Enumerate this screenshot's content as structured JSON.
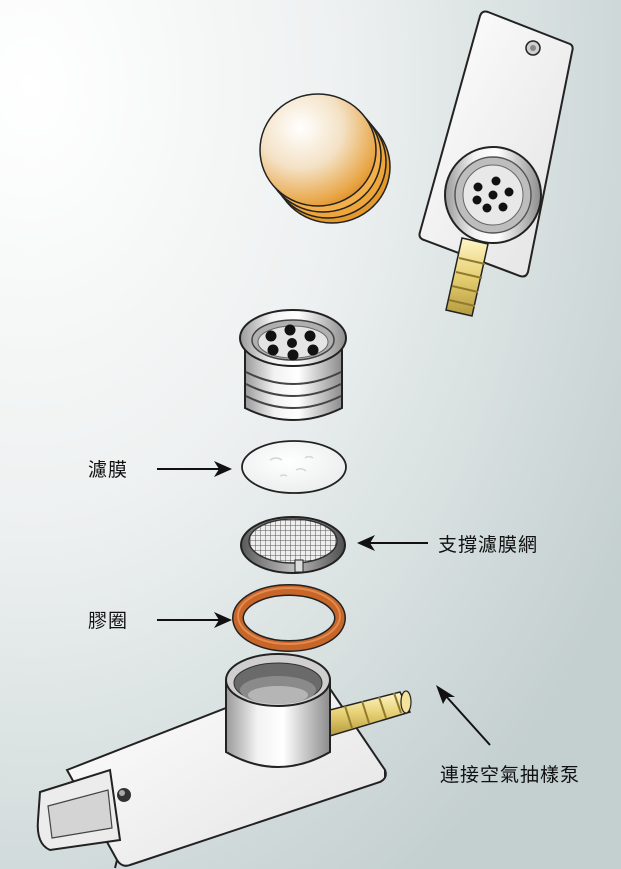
{
  "labels": {
    "filter_membrane": "濾膜",
    "support_screen": "支撐濾膜網",
    "gasket": "膠圈",
    "pump_connection": "連接空氣抽樣泵"
  },
  "colors": {
    "metal_light": "#f4f4f4",
    "metal_mid": "#c8c8c8",
    "metal_dark": "#6e6e6e",
    "brass": "#e9d27a",
    "gasket": "#c8662a",
    "orange_disc": "#f0a830",
    "outline": "#222222"
  }
}
